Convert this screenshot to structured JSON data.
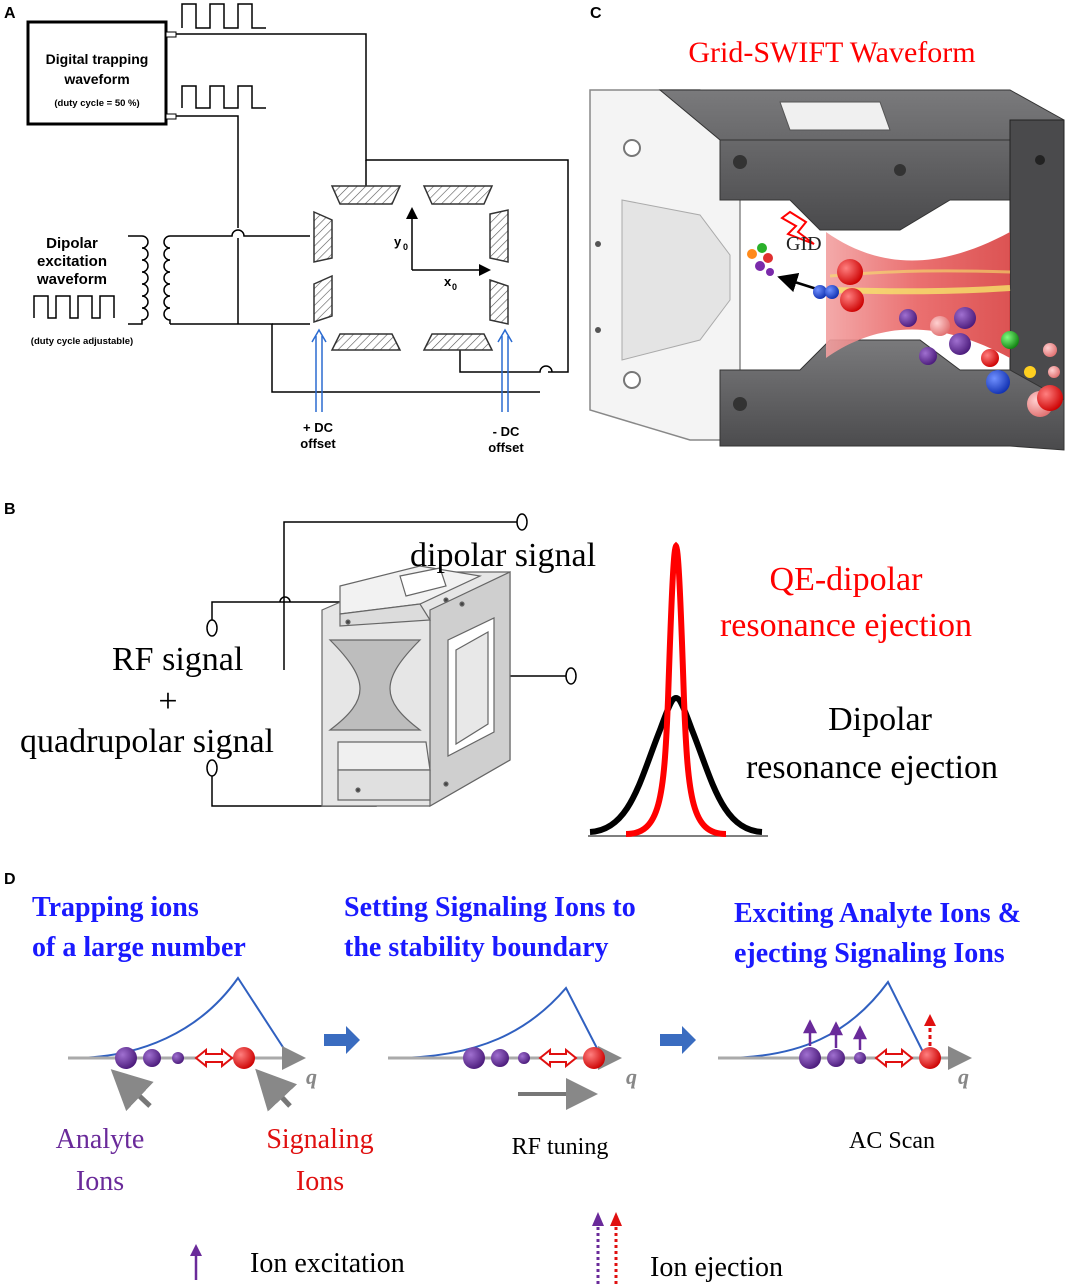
{
  "panelA": {
    "letter": "A",
    "digital_box": {
      "line1": "Digital trapping",
      "line2": "waveform",
      "line3": "(duty cycle = 50 %)"
    },
    "dipolar": {
      "line1": "Dipolar",
      "line2": "excitation",
      "line3": "waveform",
      "note": "(duty cycle adjustable)"
    },
    "y_label": "y",
    "y_sub": "0",
    "x_label": "x",
    "x_sub": "0",
    "dc_plus": {
      "line1": "+ DC",
      "line2": "offset"
    },
    "dc_minus": {
      "line1": "- DC",
      "line2": "offset"
    }
  },
  "panelC": {
    "letter": "C",
    "title": "Grid-SWIFT Waveform",
    "gid_label": "GID",
    "colors": {
      "title": "#ff0000",
      "metal": "#5a5a5c",
      "field": "#e04848"
    }
  },
  "panelB": {
    "letter": "B",
    "dipolar_signal": "dipolar signal",
    "rf_signal": "RF signal",
    "plus": "+",
    "quadrupolar_signal": "quadrupolar signal",
    "qe_line1": "QE-dipolar",
    "qe_line2": "resonance ejection",
    "dip_line1": "Dipolar",
    "dip_line2": "resonance ejection",
    "colors": {
      "qe": "#ff0000",
      "dipolar": "#000000"
    }
  },
  "panelD": {
    "letter": "D",
    "step1": {
      "line1": "Trapping ions",
      "line2": "of a large number"
    },
    "step2": {
      "line1": "Setting Signaling Ions to",
      "line2": "the stability boundary"
    },
    "step3": {
      "line1": "Exciting Analyte Ions &",
      "line2": "ejecting Signaling Ions"
    },
    "q_label": "q",
    "analyte": {
      "line1": "Analyte",
      "line2": "Ions"
    },
    "signaling": {
      "line1": "Signaling",
      "line2": "Ions"
    },
    "rf_tuning": "RF tuning",
    "ac_scan": "AC Scan",
    "legend_excitation": "Ion excitation",
    "legend_ejection": "Ion ejection",
    "colors": {
      "title": "#1a1aff",
      "analyte": "#6a2a9a",
      "signaling": "#e01010",
      "curve": "#3060c0",
      "arrow": "#3a6cc0"
    }
  }
}
